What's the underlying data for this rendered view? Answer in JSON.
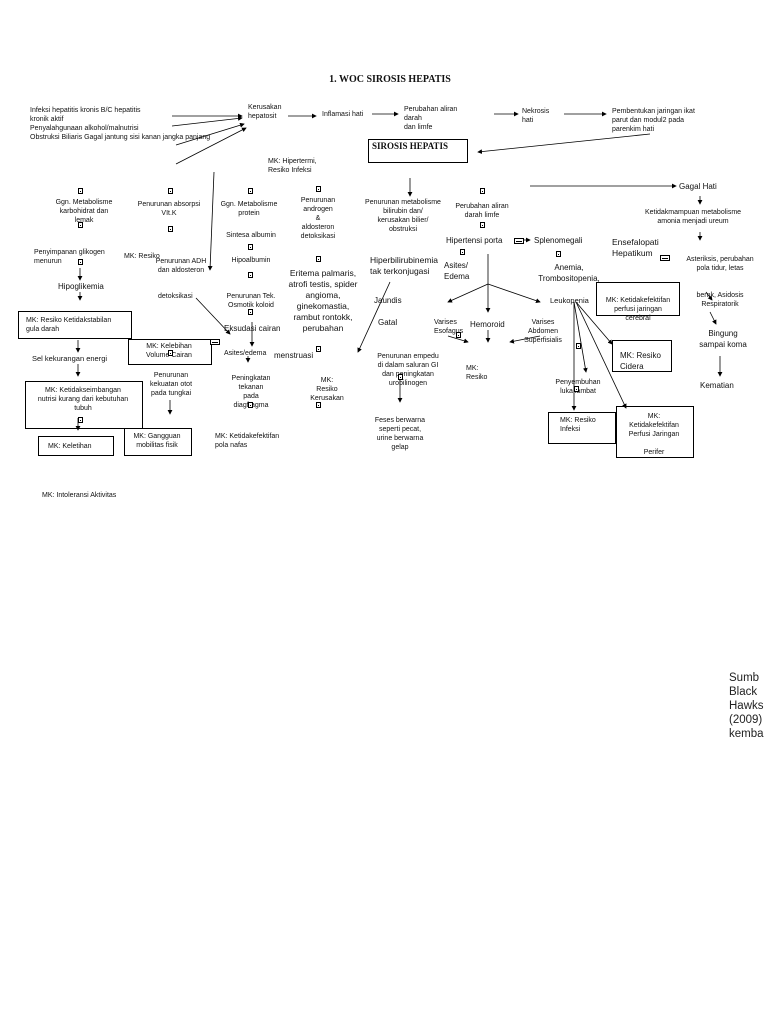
{
  "title": "1. WOC SIROSIS HEPATIS",
  "central": "SIROSIS HEPATIS",
  "nodes": {
    "causes": "Infeksi hepatitis kronis B/C hepatitis\nkronik aktif\nPenyalahgunaan alkohol/malnutrisi\nObstruksi Biliaris Gagal jantung sisi kanan jangka panjang",
    "kerusakan": "Kerusakan\nhepatosit",
    "inflamasi": "Inflamasi hati",
    "perubahan_aliran": "Perubahan aliran\ndarah\ndan limfe",
    "nekrosis": "Nekrosis\nhati",
    "pembentukan": "Pembentukan jaringan ikat\nparut dan modul2 pada\nparenkim hati",
    "mk_hipertermi": "MK: Hipertermi,\nResiko Infeksi",
    "gagal_hati": "Gagal Hati",
    "gg_karbo": "Ggn. Metabolisme\nkarbohidrat dan\nlemak",
    "penurunan_vitk": "Penurunan absorpsi\nVIt.K",
    "gg_protein": "Ggn. Metabolisme\nprotein",
    "penurunan_androgen": "Penurunan\nandrogen\n&\naldosteron\ndetoksikasi",
    "penurunan_bilirubin": "Penurunan metabolisme\nbilirubin dan/\nkerusakan bilier/\nobstruksi",
    "perubahan_limfe": "Perubahan aliran\ndarah limfe",
    "ketidakmampuan": "Ketidakmampuan metabolisme\namonia menjadi ureum",
    "penyimpanan": "Penyimpanan glikogen\nmenurun",
    "mk_resiko_left": "MK: Resiko",
    "penurunan_adh": "Penurunan ADH\ndan aldosteron",
    "sintesa": "Sintesa albumin",
    "hipoalbumin": "Hipoalbumin",
    "eritema": "Eritema palmaris,\natrofi testis, spider\nangioma,\nginekomastia,\nrambut rontokk,\nperubahan",
    "hiperbilirubin": "Hiperbilirubinemia\ntak terkonjugasi",
    "hipertensi_porta": "Hipertensi porta",
    "splenomegali": "Splenomegali",
    "ensefalopati": "Ensefalopati\nHepatikum",
    "asterixis": "Asteriksis, perubahan\npola tidur, letas",
    "hipoglikemia": "Hipoglikemia",
    "detoksikasi": "detoksikasi",
    "penurunan_tek": "Penurunan Tek.\nOsmotik koloid",
    "jaundis": "Jaundis",
    "asites_edema": "Asites/\nEdema",
    "anemia": "Anemia,\nTrombositopenia,",
    "leukopenia": "Leukopenia",
    "mk_perfusi_cerebral": "MK: Ketidakefektifan\nperfusi jaringan\ncerebral",
    "bernk": "bernk, Asidosis\nRespiratorik",
    "bingung": "Bingung\nsampai koma",
    "kematian": "Kematian",
    "mk_ketidakstabilan": "MK: Resiko Ketidakstabilan\ngula darah",
    "mk_kelebihan": "MK: Kelebihan\nVolume Cairan",
    "eksudasi": "Eksudasi cairan",
    "asites_edema2": "Asites/edema",
    "menstruasi": "menstruasi",
    "gatal": "Gatal",
    "varises_esofagus": "Varises\nEsofagus",
    "hemoroid": "Hemoroid",
    "varises_abdomen": "Varises\nAbdomen\nSuperfisialis",
    "mk_resiko_cidera": "MK: Resiko\nCidera",
    "selkekurangan": "Sel kekurangan energi",
    "penurunan_kekuatan": "Penurunan\nkekuatan otot\npada tungkai",
    "peningkatan_tekanan": "Peningkatan\ntekanan\npada\ndiagfragma",
    "mk_resiko_kerusakan": "MK:\nResiko\nKerusakan",
    "penurunan_empedu": "Penurunan empedu\ndi dalam saluran GI\ndan peningkatan\nurobilinogen",
    "mk_resiko_mid": "MK:\nResiko",
    "penyembuhan": "Penyembuhan\nluka lambat",
    "mk_nutrisi": "MK: Ketidakseimbangan\nnutrisi kurang dari kebutuhan\ntubuh",
    "mk_resiko_infeksi": "MK: Resiko\nInfeksi",
    "mk_perfusi_perifer": "MK:\nKetidakefektifan\nPerfusi Jaringan\n\nPerifer",
    "feses": "Feses berwarna\nseperti pecat,\nurine berwarna\ngelap",
    "mk_pola_napas": "MK: Ketidakefektifan\npola nafas",
    "mk_keletihan": "MK: Keletihan",
    "mk_mobilitas": "MK: Gangguan\nmobilitas fisik",
    "mk_intoleransi": "MK: Intoleransi Aktivitas"
  },
  "source": "Sumb\nBlack\nHawks\n(2009)\nkemba"
}
